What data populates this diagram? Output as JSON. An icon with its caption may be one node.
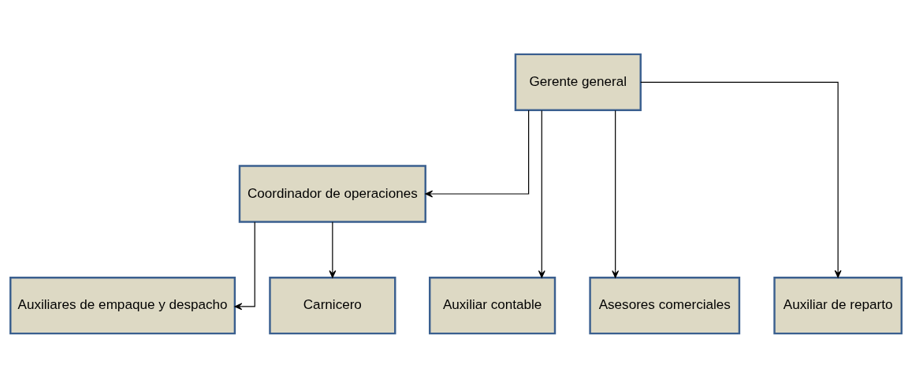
{
  "diagram": {
    "nodes": [
      {
        "text": [
          "Gerente general"
        ]
      },
      {
        "text": [
          "Coordinador de operaciones"
        ]
      },
      {
        "text": [
          "Auxiliar contable"
        ]
      },
      {
        "text": [
          "Asesores comerciales"
        ]
      },
      {
        "text": [
          "Auxiliar de reparto"
        ]
      },
      {
        "text": [
          "Auxiliares de empaque y despacho"
        ]
      },
      {
        "text": [
          "Carnicero"
        ]
      }
    ],
    "edges": [
      {
        "from": 0,
        "to": 2,
        "arrow": "to"
      },
      {
        "from": 0,
        "to": 3,
        "arrow": "to"
      },
      {
        "from": 0,
        "to": 4,
        "arrow": "to"
      },
      {
        "from": 0,
        "to": 1,
        "arrow": "to"
      },
      {
        "from": 1,
        "to": 5,
        "arrow": "to"
      },
      {
        "from": 1,
        "to": 6,
        "arrow": "to"
      }
    ]
  }
}
